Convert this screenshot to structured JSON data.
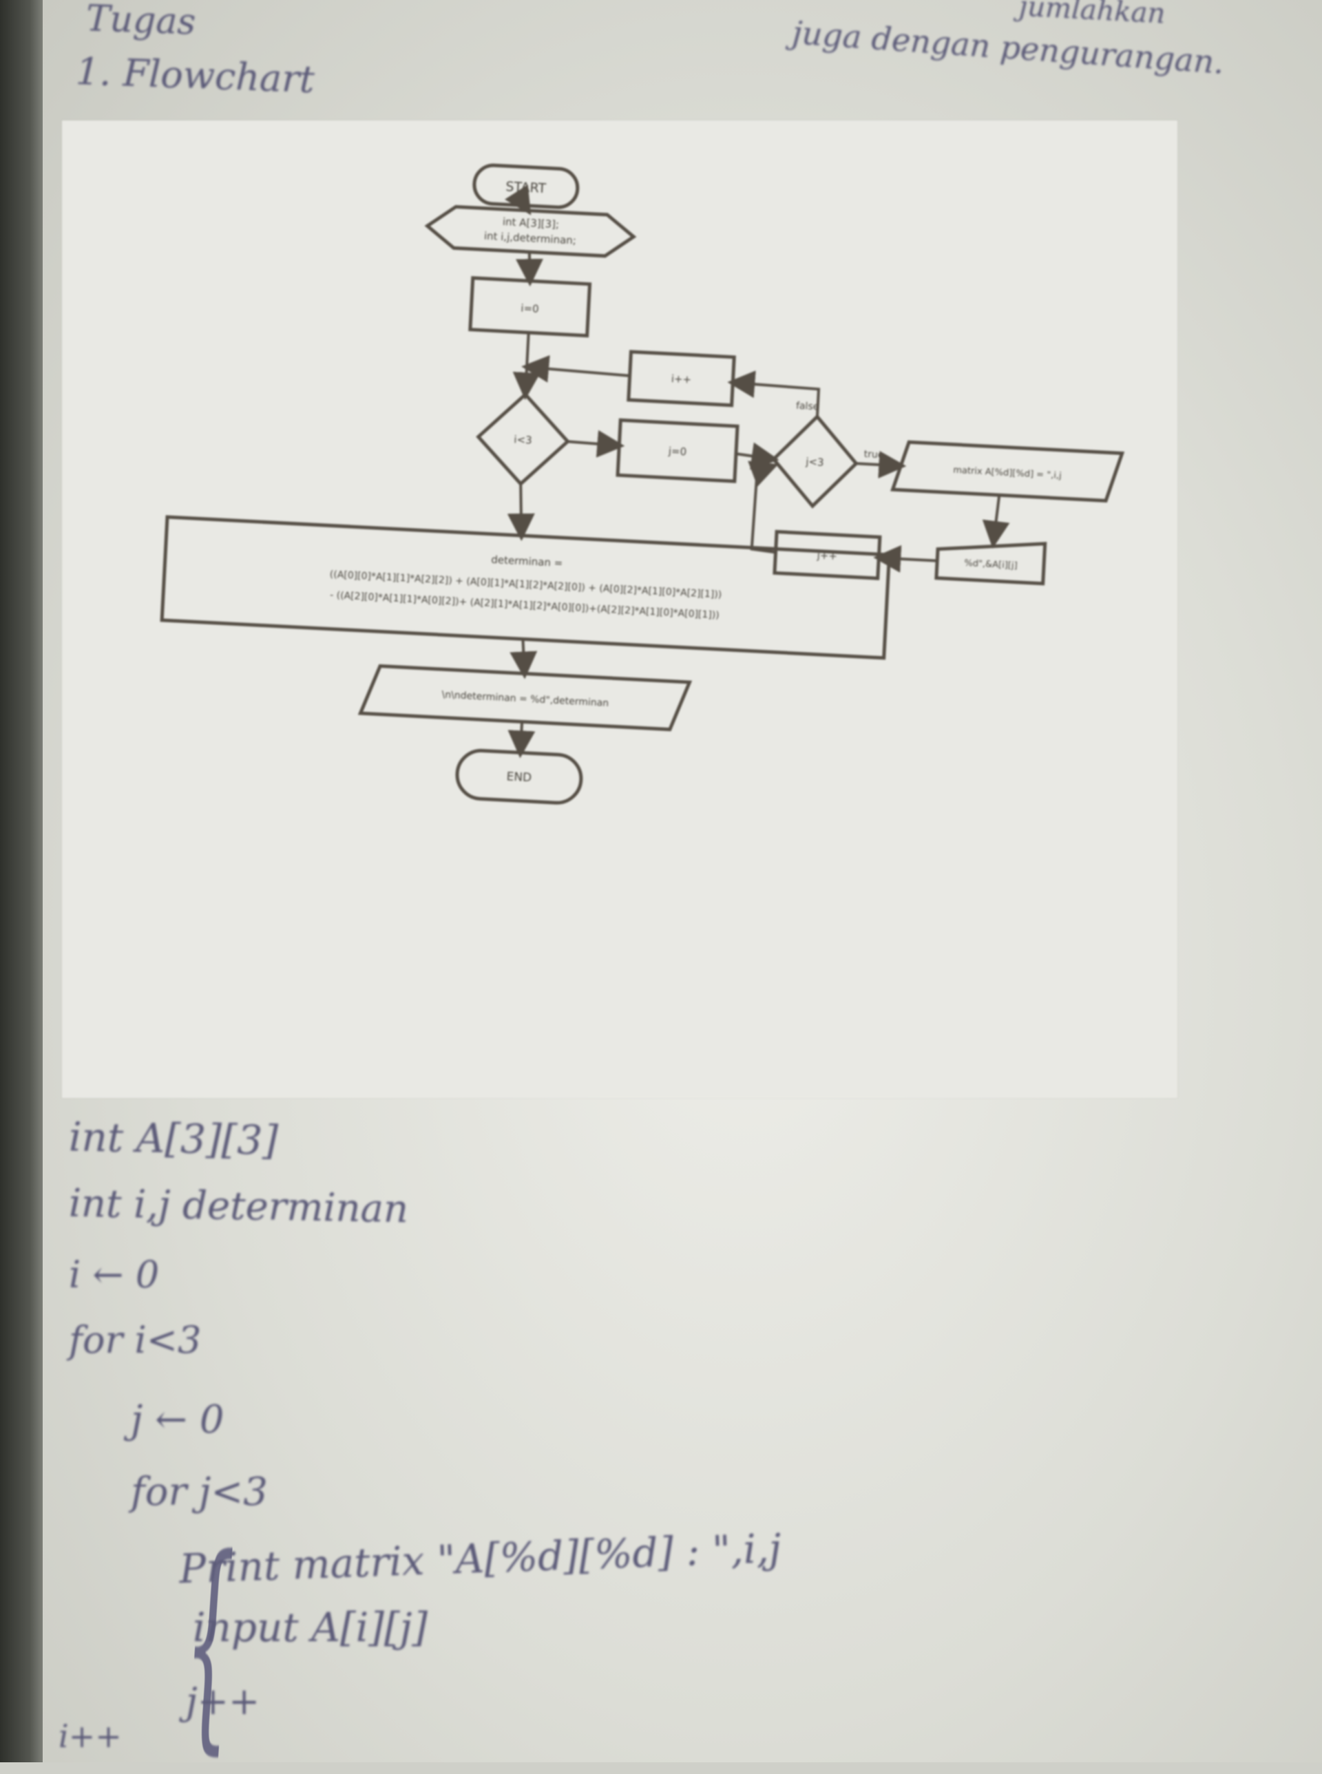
{
  "header": {
    "line1": "Tugas",
    "line2": "1. Flowchart",
    "right_top": "jumlahkan",
    "right_bottom": "juga dengan pengurangan."
  },
  "flowchart": {
    "start": "START",
    "declare_line1": "int A[3][3];",
    "declare_line2": "int i,j,determinan;",
    "init_i": "i=0",
    "inc_i": "i++",
    "cond_i": "i<3",
    "init_j": "j=0",
    "cond_j": "j<3",
    "label_false": "false",
    "label_true": "true",
    "print_matrix": "matrix A[%d][%d] = \",i,j",
    "input_matrix": "%d\",&A[i][j]",
    "inc_j": "j++",
    "det_title": "determinan =",
    "det_line1": "((A[0][0]*A[1][1]*A[2][2]) + (A[0][1]*A[1][2]*A[2][0]) + (A[0][2]*A[1][0]*A[2][1]))",
    "det_line2": "- ((A[2][0]*A[1][1]*A[0][2])+ (A[2][1]*A[1][2]*A[0][0])+(A[2][2]*A[1][0]*A[0][1]))",
    "output": "\\n\\ndeterminan = %d\",determinan",
    "end": "END"
  },
  "pseudocode": {
    "line1": "int A[3][3]",
    "line2": "int i,j determinan",
    "line3": "i ← 0",
    "line4": "for i<3",
    "line5": "j ← 0",
    "line6": "for j<3",
    "line7": "Print matrix \"A[%d][%d] : \",i,j",
    "line8": "input A[i][j]",
    "line9": "j++",
    "line10": "i++"
  }
}
